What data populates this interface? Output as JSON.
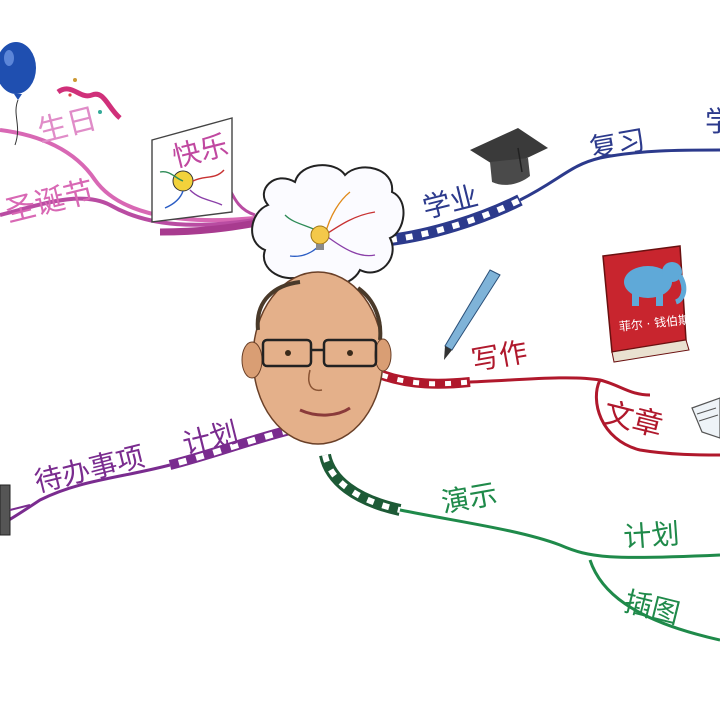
{
  "colors": {
    "background": "#ffffff",
    "pink_branch": "#d868b4",
    "magenta_branch": "#b94ca2",
    "purple_branch": "#7a2c8f",
    "navy_branch": "#2c3a8c",
    "red_branch": "#b0182c",
    "green_branch": "#1f8a4a",
    "dark_green_branch": "#1d5a36",
    "face": "#e4b08a",
    "thought_cloud": "#fbfbff",
    "balloon": "#1f4fb0",
    "book": "#c8252e",
    "elephant": "#5fa9d8"
  },
  "branches": {
    "birthday": {
      "label": "生日",
      "icon": "balloon-icon"
    },
    "christmas": {
      "label": "圣诞节",
      "icon": "card-icon"
    },
    "happy": {
      "label": "快乐",
      "icon": "smiley-icon"
    },
    "todo": {
      "label": "待办事项",
      "icon": "calendar-icon"
    },
    "plan_left": {
      "label": "计划"
    },
    "school": {
      "label": "学业",
      "icon": "graduation-cap-icon"
    },
    "review": {
      "label": "复习"
    },
    "review_next": {
      "label": "学"
    },
    "writing": {
      "label": "写作",
      "icon": "pen-icon"
    },
    "article": {
      "label": "文章",
      "icon": "paper-icon"
    },
    "book_label": "菲尔 · 钱伯斯",
    "presentation": {
      "label": "演示"
    },
    "plan_right": {
      "label": "计划"
    },
    "illustration": {
      "label": "插图"
    }
  },
  "center": {
    "icon": "portrait-icon",
    "thought": "idea-bulb-icon"
  }
}
